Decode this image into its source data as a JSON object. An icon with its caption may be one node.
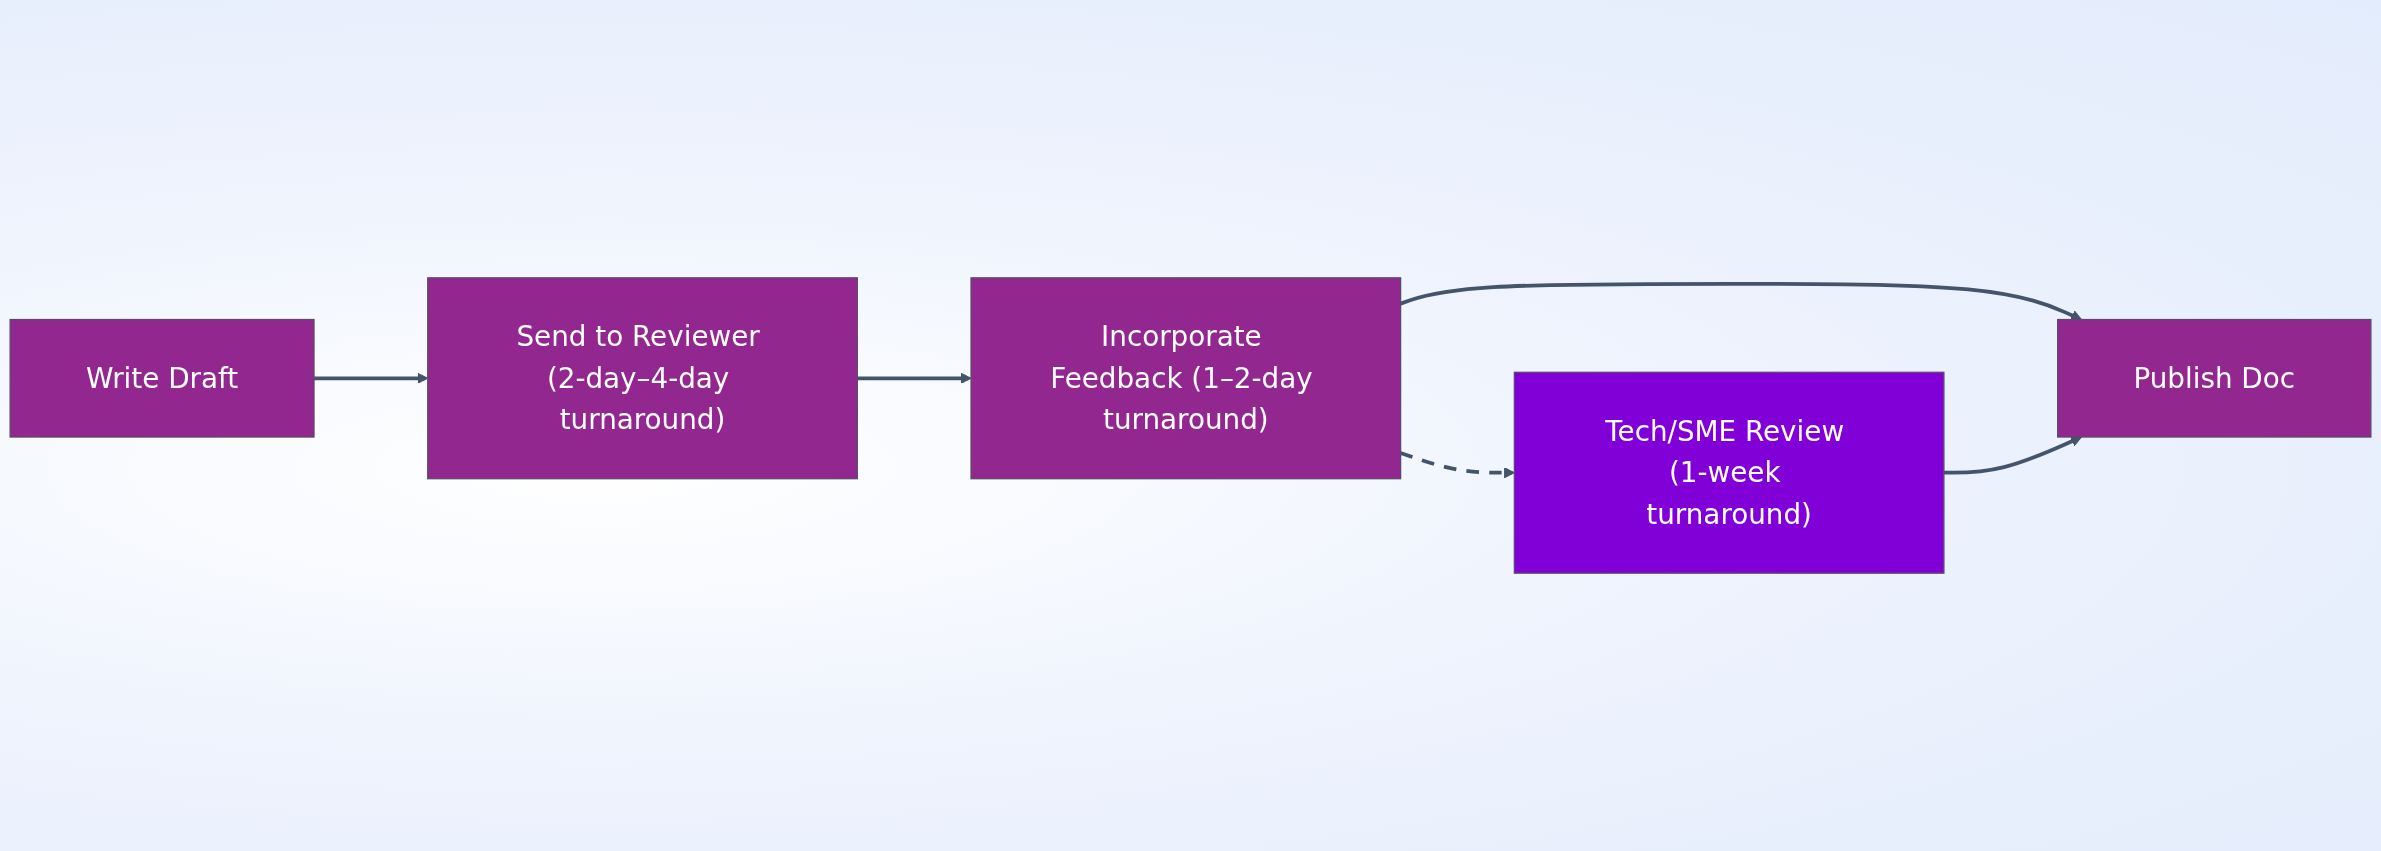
{
  "diagram": {
    "nodes": [
      {
        "text": [
          "Write Draft"
        ]
      },
      {
        "text": [
          "Send to Reviewer (2-day–4-day turnaround)"
        ]
      },
      {
        "text": [
          "Incorporate Feedback (1–2-day turnaround)"
        ]
      },
      {
        "text": [
          "Publish Doc"
        ]
      },
      {
        "text": [
          "Tech/SME Review (1-week turnaround)"
        ]
      }
    ],
    "edges": [
      {
        "from": 0,
        "to": 1,
        "arrow": "to"
      },
      {
        "from": 1,
        "to": 2,
        "arrow": "to"
      },
      {
        "from": 2,
        "to": 3,
        "arrow": "to"
      },
      {
        "from": 2,
        "to": 4,
        "arrow": "to",
        "style": "dashed"
      },
      {
        "from": 4,
        "to": 3,
        "arrow": "to"
      }
    ]
  }
}
